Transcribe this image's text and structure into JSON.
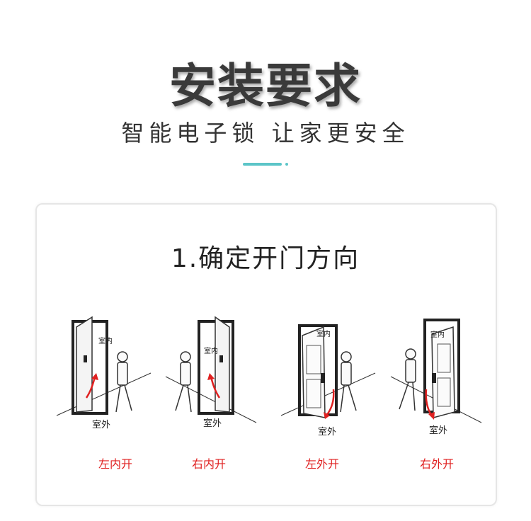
{
  "header": {
    "title": "安装要求",
    "subtitle": "智能电子锁 让家更安全"
  },
  "section": {
    "title": "1.确定开门方向"
  },
  "doors": [
    {
      "label_inside": "室内",
      "label_outside": "室外",
      "caption": "左内开"
    },
    {
      "label_inside": "室内",
      "label_outside": "室外",
      "caption": "右内开"
    },
    {
      "label_inside": "室内",
      "label_outside": "室外",
      "caption": "左外开"
    },
    {
      "label_inside": "室内",
      "label_outside": "室外",
      "caption": "右外开"
    }
  ],
  "colors": {
    "accent": "#5cc5c8",
    "caption": "#e02020",
    "arrow": "#e02020"
  }
}
